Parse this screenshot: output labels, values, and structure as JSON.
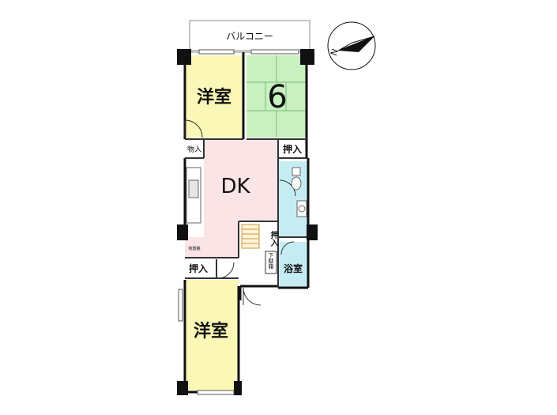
{
  "floorplan": {
    "balcony": "バルコニー",
    "rooms": {
      "western_top": "洋室",
      "tatami_top": "6",
      "dk": "DK",
      "storage_mono": "物入",
      "closet_right": "押入",
      "closet_center": "押入",
      "closet_left": "押入",
      "bath": "浴室",
      "shoe_box": "下駄箱",
      "western_bottom": "洋室",
      "small_label": "物置棚"
    },
    "compass": "N",
    "colors": {
      "western": "#fbf7b6",
      "tatami": "#c8f0c0",
      "dk": "#fbe4e6",
      "wet": "#c6ecf3",
      "wall": "#111111"
    }
  }
}
